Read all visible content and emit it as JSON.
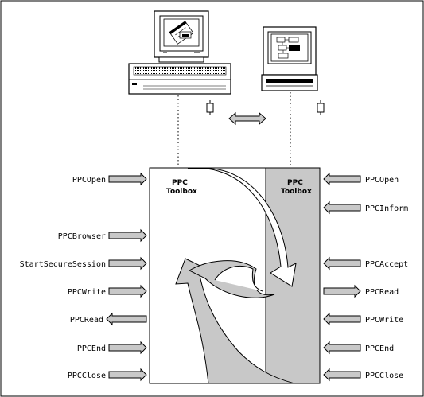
{
  "left_box": {
    "title_line1": "PPC",
    "title_line2": "Toolbox"
  },
  "right_box": {
    "title_line1": "PPC",
    "title_line2": "Toolbox"
  },
  "left_calls": [
    {
      "label": "PPCOpen",
      "direction": "in"
    },
    {
      "label": "PPCBrowser",
      "direction": "in"
    },
    {
      "label": "StartSecureSession",
      "direction": "in"
    },
    {
      "label": "PPCWrite",
      "direction": "in"
    },
    {
      "label": "PPCRead",
      "direction": "out"
    },
    {
      "label": "PPCEnd",
      "direction": "in"
    },
    {
      "label": "PPCClose",
      "direction": "in"
    }
  ],
  "right_calls": [
    {
      "label": "PPCOpen",
      "direction": "in"
    },
    {
      "label": "PPCInform",
      "direction": "in"
    },
    {
      "label": "PPCAccept",
      "direction": "in"
    },
    {
      "label": "PPCRead",
      "direction": "out"
    },
    {
      "label": "PPCWrite",
      "direction": "in"
    },
    {
      "label": "PPCEnd",
      "direction": "in"
    },
    {
      "label": "PPCClose",
      "direction": "in"
    }
  ],
  "colors": {
    "gray": "#c8c8c8",
    "border": "#000000",
    "background": "#ffffff"
  },
  "icons": [
    "desktop-computer-icon",
    "compact-computer-icon",
    "network-connector-icon",
    "bidirectional-arrow-icon"
  ]
}
